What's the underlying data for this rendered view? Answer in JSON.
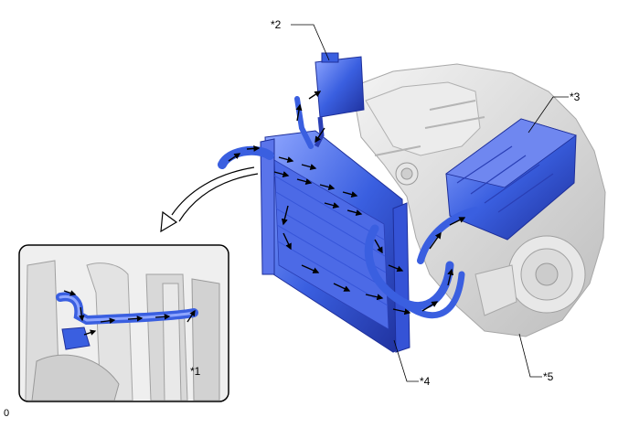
{
  "callouts": {
    "c1": "*1",
    "c2": "*2",
    "c3": "*3",
    "c4": "*4",
    "c5": "*5"
  },
  "figure_id": "0",
  "colors": {
    "coolant_blue": "#3a5fe0",
    "coolant_blue_dark": "#1e2f9a",
    "coolant_blue_light": "#8fa6ff",
    "engine_gray": "#d9d9d9",
    "engine_line": "#a8a8a8",
    "arrow": "#000000"
  }
}
